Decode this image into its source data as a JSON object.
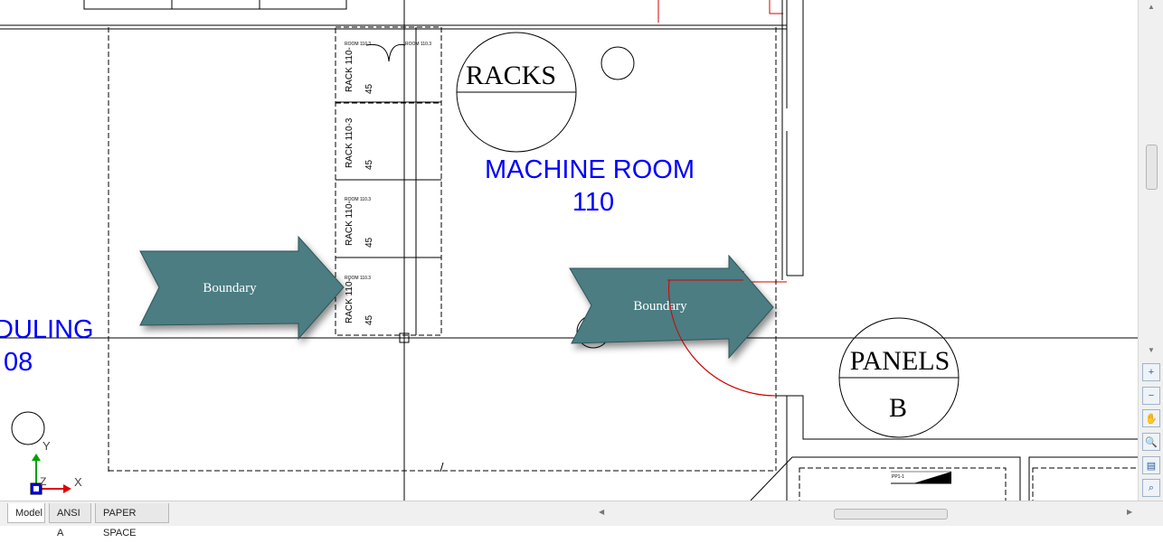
{
  "drawing": {
    "rooms": [
      {
        "name": "MACHINE ROOM",
        "number": "110"
      },
      {
        "name": "DULING",
        "number": "08"
      }
    ],
    "tags": [
      {
        "top": "RACKS",
        "bottom": ""
      },
      {
        "top": "PANELS",
        "bottom": "B"
      }
    ],
    "racks": [
      {
        "label": "RACK 110-",
        "value": "45"
      },
      {
        "label": "RACK 110-3",
        "value": "45"
      },
      {
        "label": "RACK 110-",
        "value": "45"
      },
      {
        "label": "RACK 110-",
        "value": "45"
      }
    ],
    "arrows": [
      {
        "label": "Boundary"
      },
      {
        "label": "Boundary"
      }
    ],
    "colors": {
      "room_text": "#0000ff",
      "arrow_fill": "#4c7d82",
      "red_line": "#d40000"
    }
  },
  "ucs": {
    "x_label": "X",
    "y_label": "Y",
    "z_label": "Z"
  },
  "nav_tools": [
    {
      "name": "zoom-in-icon",
      "glyph": "+"
    },
    {
      "name": "zoom-out-icon",
      "glyph": "−"
    },
    {
      "name": "pan-hand-icon",
      "glyph": "✋"
    },
    {
      "name": "zoom-realtime-icon",
      "glyph": "🔍"
    },
    {
      "name": "zoom-window-icon",
      "glyph": "▤"
    },
    {
      "name": "zoom-extents-icon",
      "glyph": "⌕"
    }
  ],
  "tabs": [
    {
      "label": "Model",
      "active": true
    },
    {
      "label": "ANSI A",
      "active": false
    },
    {
      "label": "PAPER SPACE",
      "active": false
    }
  ]
}
